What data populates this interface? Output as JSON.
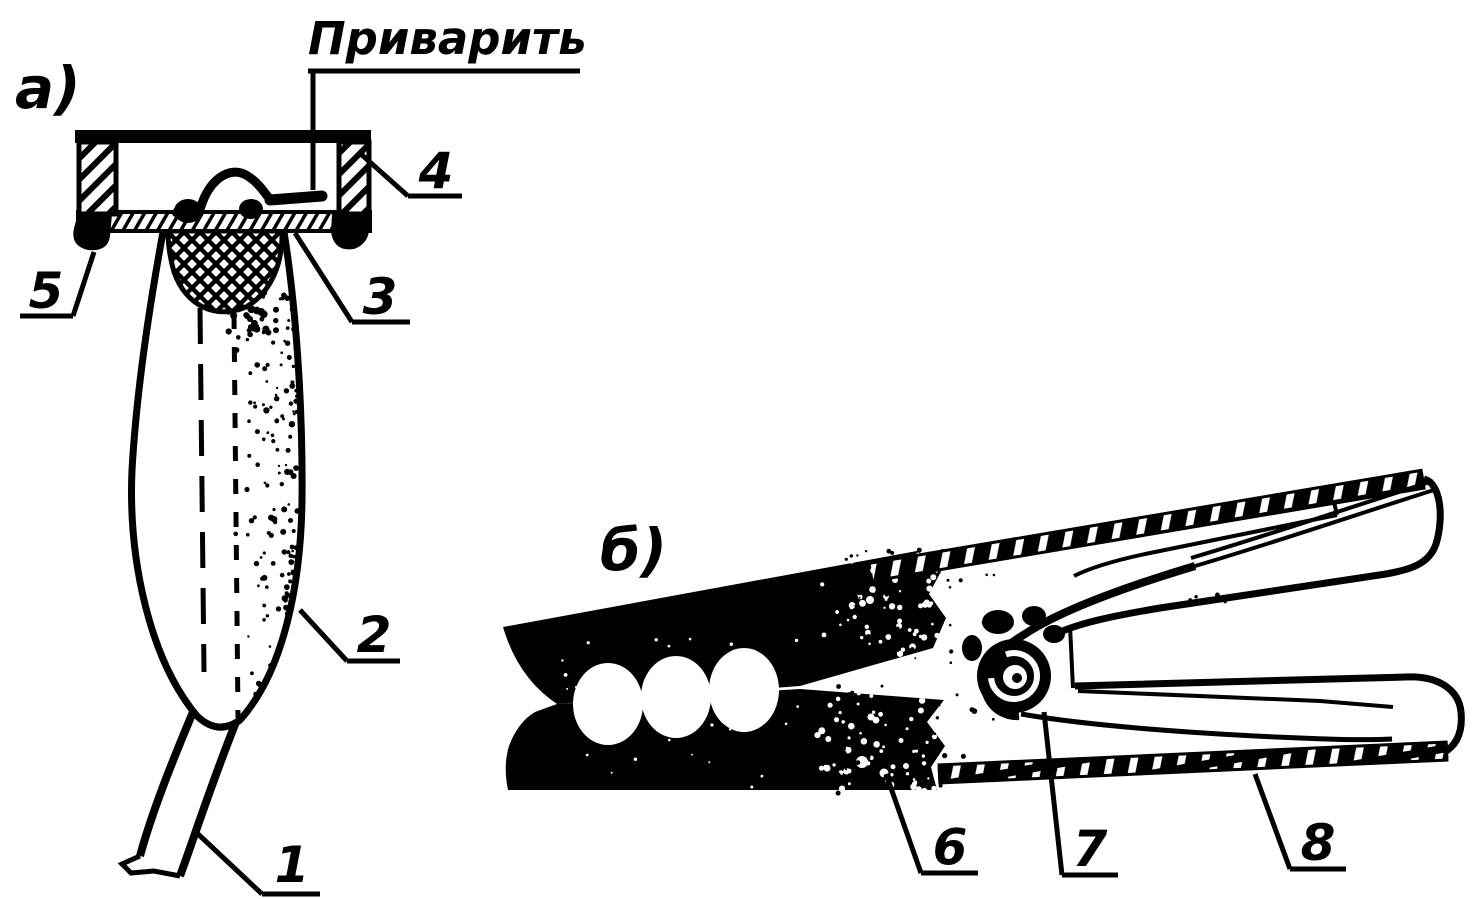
{
  "palette": {
    "ink": "#000000",
    "paper": "#ffffff"
  },
  "panel_a": {
    "label": "а)",
    "weld_note": "Приварить",
    "callouts": {
      "1": "1",
      "2": "2",
      "3": "3",
      "4": "4",
      "5": "5"
    }
  },
  "panel_b": {
    "label": "б)",
    "callouts": {
      "6": "6",
      "7": "7",
      "8": "8"
    }
  }
}
